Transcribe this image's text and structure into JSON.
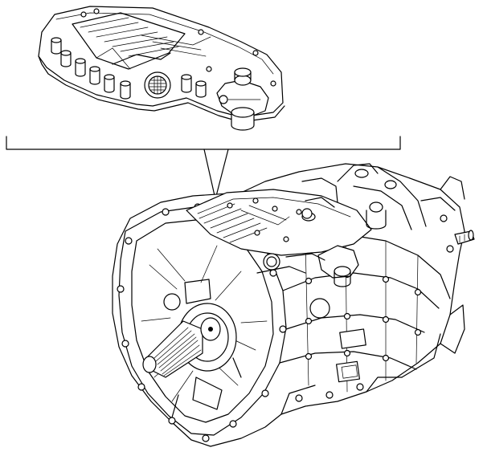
{
  "figure": {
    "upper_component": "mechatronic-control-module",
    "lower_component": "gearbox-assembly",
    "callout": "bracket-leader-line"
  },
  "colors": {
    "background": "#ffffff",
    "line": "#000000"
  }
}
